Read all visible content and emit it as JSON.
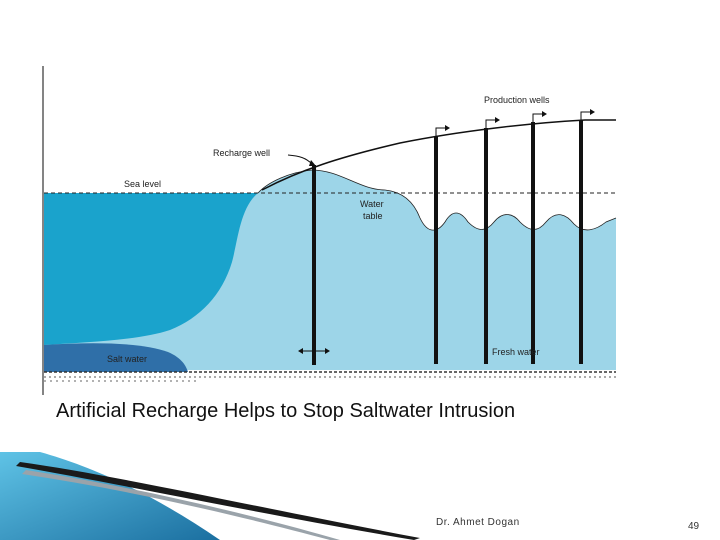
{
  "diagram": {
    "labels": {
      "production_wells": "Production wells",
      "recharge_well": "Recharge well",
      "sea_level": "Sea level",
      "water_table_line1": "Water",
      "water_table_line2": "table",
      "salt_water": "Salt water",
      "fresh_water": "Fresh water"
    },
    "colors": {
      "sea": "#1aa3cc",
      "groundwater": "#9dd5e8",
      "salt_water": "#2f6fa8",
      "wells": "#111111",
      "accent": "#1b6fa0"
    }
  },
  "caption": "Artificial Recharge Helps to Stop Saltwater Intrusion",
  "footer": {
    "author": "Dr. Ahmet Dogan",
    "page_number": "49"
  }
}
